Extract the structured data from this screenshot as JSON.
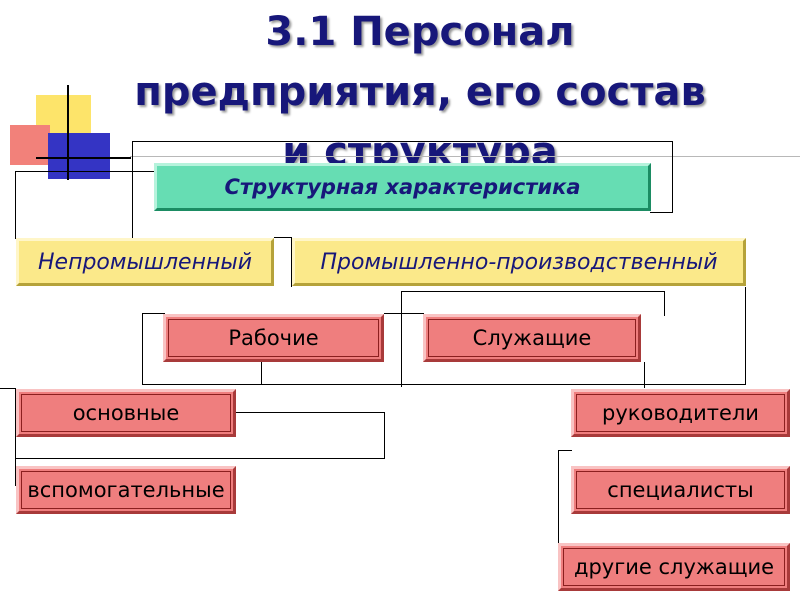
{
  "slide": {
    "title_lines": [
      "3.1 Персонал",
      "предприятия, его состав",
      "и структура"
    ]
  },
  "diagram": {
    "root": "Структурная характеристика",
    "level1": [
      "Непромышленный",
      "Промышленно-производственный"
    ],
    "level2": [
      "Рабочие",
      "Служащие"
    ],
    "workers": [
      "основные",
      "вспомогательные"
    ],
    "employees": [
      "руководители",
      "специалисты",
      "другие служащие"
    ]
  },
  "colors": {
    "title": "#17177a",
    "root_fill": "#66ddb3",
    "level1_fill": "#fbe98a",
    "level2_fill": "#ef7e7e"
  }
}
